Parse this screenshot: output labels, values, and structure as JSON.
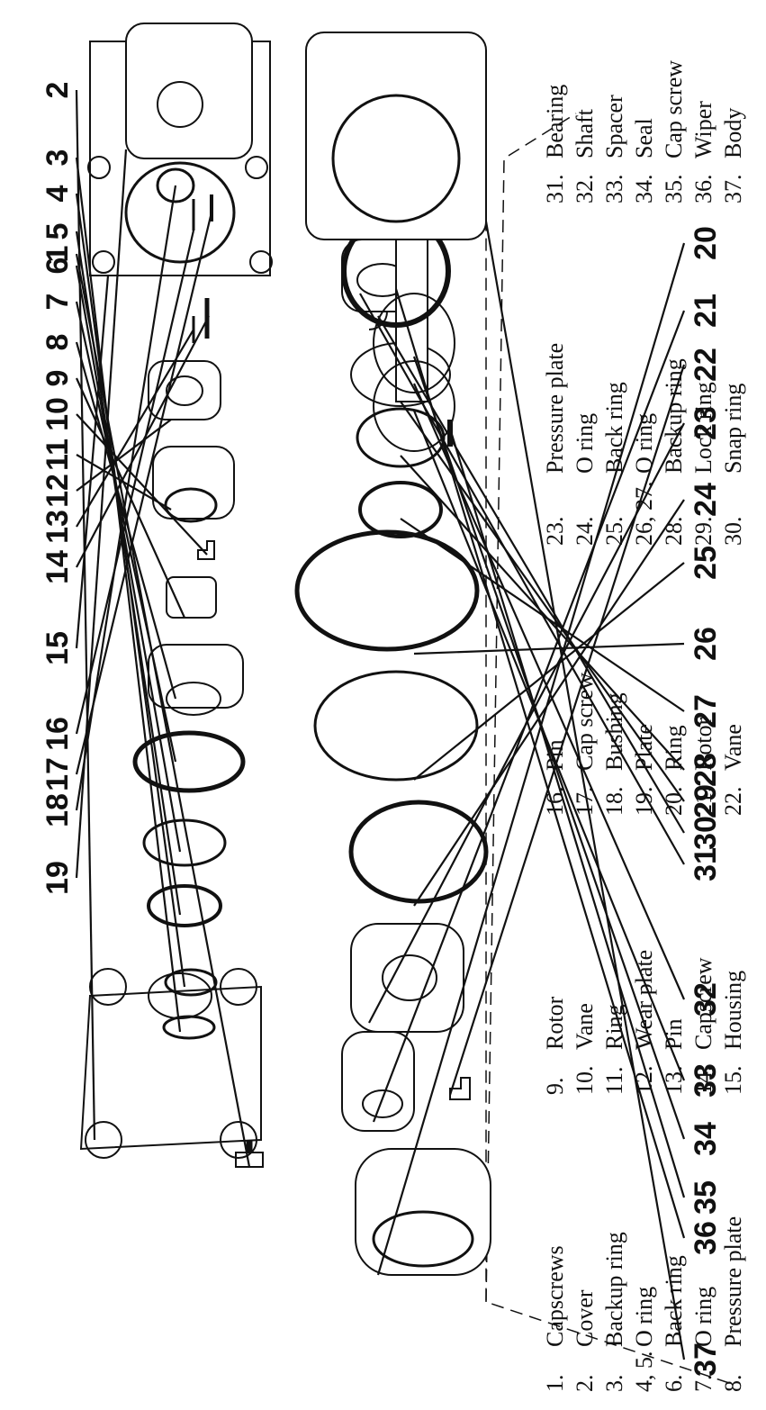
{
  "callouts": [
    "1",
    "2",
    "3",
    "4",
    "5",
    "6",
    "7",
    "8",
    "9",
    "10",
    "11",
    "12",
    "13",
    "14",
    "15",
    "16",
    "17",
    "18",
    "19",
    "20",
    "21",
    "22",
    "23",
    "24",
    "25",
    "26",
    "27",
    "28",
    "29",
    "30",
    "31",
    "32",
    "33",
    "34",
    "35",
    "36",
    "37"
  ],
  "legend": {
    "col1": [
      {
        "num": "1.",
        "name": "Capscrews"
      },
      {
        "num": "2.",
        "name": "Cover"
      },
      {
        "num": "3.",
        "name": "Backup ring"
      },
      {
        "num": "4, 5.",
        "name": "O ring"
      },
      {
        "num": "6.",
        "name": "Back ring"
      },
      {
        "num": "7.",
        "name": "O ring"
      },
      {
        "num": "8.",
        "name": "Pressure plate"
      }
    ],
    "col2": [
      {
        "num": "9.",
        "name": "Rotor"
      },
      {
        "num": "10.",
        "name": "Vane"
      },
      {
        "num": "11.",
        "name": "Ring"
      },
      {
        "num": "12.",
        "name": "Wear plate"
      },
      {
        "num": "13.",
        "name": "Pin"
      },
      {
        "num": "14.",
        "name": "Capscrew"
      },
      {
        "num": "15.",
        "name": "Housing"
      }
    ],
    "col3": [
      {
        "num": "16.",
        "name": "Pin"
      },
      {
        "num": "17.",
        "name": "Cap screw"
      },
      {
        "num": "18.",
        "name": "Bushing"
      },
      {
        "num": "19.",
        "name": "Plate"
      },
      {
        "num": "20.",
        "name": "Ring"
      },
      {
        "num": "21.",
        "name": "Rotor"
      },
      {
        "num": "22.",
        "name": "Vane"
      }
    ],
    "col4": [
      {
        "num": "23.",
        "name": "Pressure plate"
      },
      {
        "num": "24.",
        "name": "O ring"
      },
      {
        "num": "25.",
        "name": "Back ring"
      },
      {
        "num": "26, 27.",
        "name": "O ring"
      },
      {
        "num": "28.",
        "name": "Backup ring"
      },
      {
        "num": "29.",
        "name": "Lock ring"
      },
      {
        "num": "30.",
        "name": "Snap ring"
      }
    ],
    "col5": [
      {
        "num": "31.",
        "name": "Bearing"
      },
      {
        "num": "32.",
        "name": "Shaft"
      },
      {
        "num": "33.",
        "name": "Spacer"
      },
      {
        "num": "34.",
        "name": "Seal"
      },
      {
        "num": "35.",
        "name": "Cap screw"
      },
      {
        "num": "36.",
        "name": "Wiper"
      },
      {
        "num": "37.",
        "name": "Body"
      }
    ]
  }
}
